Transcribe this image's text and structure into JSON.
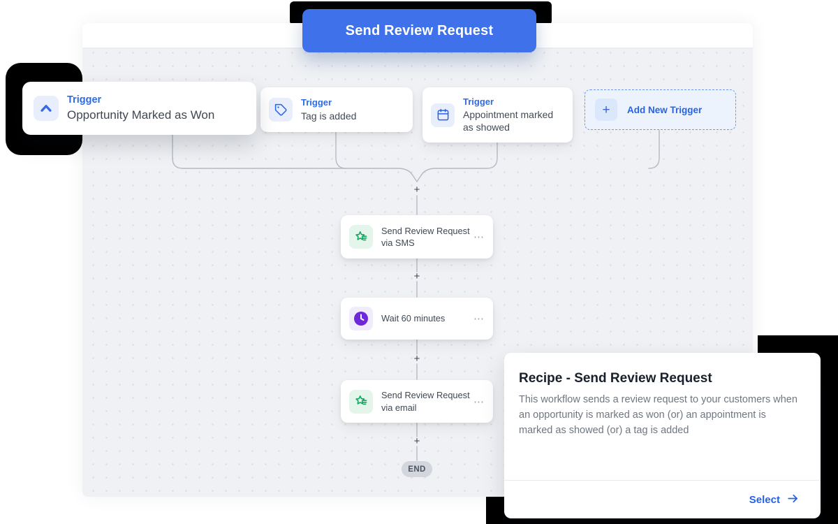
{
  "hero": {
    "label": "Send Review Request"
  },
  "triggers": [
    {
      "label": "Trigger",
      "name": "Opportunity Marked as Won",
      "icon": "chevron-up-icon"
    },
    {
      "label": "Trigger",
      "name": "Tag is added",
      "icon": "tag-icon"
    },
    {
      "label": "Trigger",
      "name": "Appointment marked as showed",
      "icon": "calendar-icon"
    }
  ],
  "add_trigger": {
    "label": "Add New Trigger"
  },
  "actions": [
    {
      "name": "Send Review Request via SMS",
      "icon": "review-star-icon",
      "menu": "⋯"
    },
    {
      "name": "Wait 60 minutes",
      "icon": "clock-icon",
      "menu": "⋯"
    },
    {
      "name": "Send Review Request via email",
      "icon": "review-star-icon",
      "menu": "⋯"
    }
  ],
  "end_label": "END",
  "recipe": {
    "title": "Recipe - Send Review Request",
    "description": "This workflow sends a review request to your customers when an opportunity is marked as won (or) an appointment is marked as showed (or) a tag is added",
    "select_label": "Select"
  },
  "icons": {
    "plus": "+"
  },
  "colors": {
    "accent_blue": "#3e71ea",
    "link_blue": "#2563eb",
    "trigger_label_blue": "#2f6be4",
    "green_icon": "#17a25f",
    "purple_icon": "#6d28d9",
    "canvas_bg": "#eff1f4",
    "connector_gray": "#b6bac2",
    "black_decor": "#000000"
  }
}
